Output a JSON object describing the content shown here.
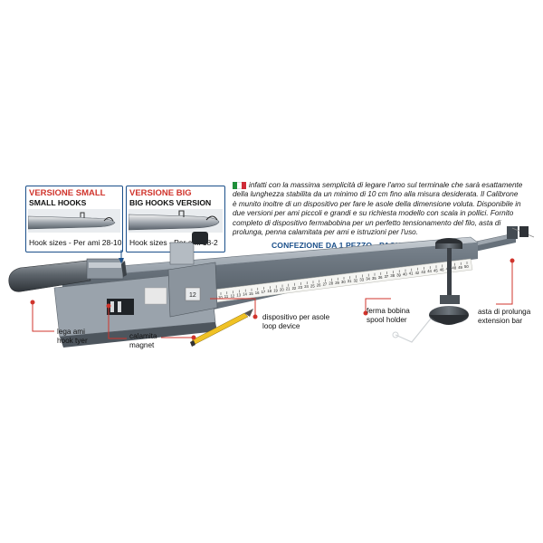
{
  "insets": {
    "small": {
      "title": "VERSIONE SMALL",
      "subtitle": "SMALL HOOKS VERSION",
      "sizes": "Hook sizes - Per ami 28-10"
    },
    "big": {
      "title": "VERSIONE BIG",
      "subtitle": "BIG HOOKS VERSION",
      "sizes": "Hook sizes - Per ami 18-2"
    }
  },
  "description": {
    "lines": [
      "infatti con la massima semplicità di legare l'amo sul terminale che sarà esattamente",
      "della lunghezza stabilita da un minimo di 10 cm fino alla misura desiderata. Il Calibrone",
      "è munito inoltre di un dispositivo per fare le asole della dimensione voluta. Disponibile in",
      "due versioni per ami piccoli e grandi e su richiesta modello con scala in pollici. Fornito",
      "completo di dispositivo fermabobina per un perfetto tensionamento del filo, asta di",
      "prolunga, penna calamitata per ami e istruzioni per l'uso."
    ]
  },
  "pack_size": "CONFEZIONE DA 1 PEZZO - PACK SIZE 1PIECE",
  "labels": {
    "hook_tyer": [
      "lega ami",
      "hook tyer"
    ],
    "magnet": [
      "calamita",
      "magnet"
    ],
    "loop_device": [
      "dispositivo per asole",
      "loop device"
    ],
    "spool_holder": [
      "ferma bobina",
      "spool holder"
    ],
    "extension_bar": [
      "asta di prolunga",
      "extension bar"
    ]
  },
  "ruler_ticks": [
    "10",
    "11",
    "12",
    "13",
    "14",
    "15",
    "16",
    "17",
    "18",
    "19",
    "20",
    "21",
    "22",
    "23",
    "24",
    "25",
    "26",
    "27",
    "28",
    "29",
    "30",
    "31",
    "32",
    "33",
    "34",
    "35",
    "36",
    "37",
    "38",
    "39",
    "40",
    "41",
    "42",
    "43",
    "44",
    "45",
    "46",
    "47",
    "48",
    "49",
    "50"
  ],
  "device_sticker": "12",
  "colors": {
    "label_red": "#d0342c",
    "accent_blue": "#1a4f8a",
    "body_grey": "#7d8792",
    "flag_green": "#1f8f3a",
    "flag_red": "#cf2b37"
  }
}
